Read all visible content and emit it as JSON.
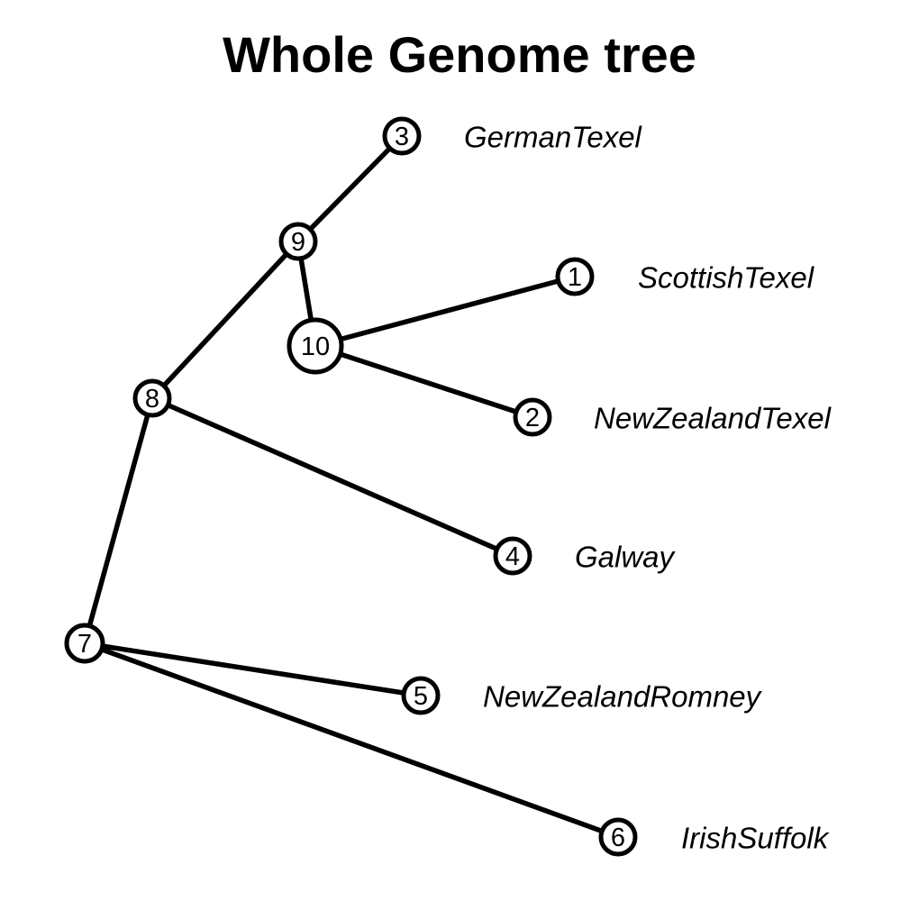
{
  "title": "Whole Genome tree",
  "colors": {
    "ink": "#000000",
    "background": "#ffffff"
  },
  "nodes": [
    {
      "id": "1",
      "label": "1",
      "tip": "ScottishTexel"
    },
    {
      "id": "2",
      "label": "2",
      "tip": "NewZealandTexel"
    },
    {
      "id": "3",
      "label": "3",
      "tip": "GermanTexel"
    },
    {
      "id": "4",
      "label": "4",
      "tip": "Galway"
    },
    {
      "id": "5",
      "label": "5",
      "tip": "NewZealandRomney"
    },
    {
      "id": "6",
      "label": "6",
      "tip": "IrishSuffolk"
    },
    {
      "id": "7",
      "label": "7"
    },
    {
      "id": "8",
      "label": "8"
    },
    {
      "id": "9",
      "label": "9"
    },
    {
      "id": "10",
      "label": "10"
    }
  ],
  "edges": [
    [
      "7",
      "8"
    ],
    [
      "7",
      "5"
    ],
    [
      "7",
      "6"
    ],
    [
      "8",
      "9"
    ],
    [
      "8",
      "4"
    ],
    [
      "9",
      "3"
    ],
    [
      "9",
      "10"
    ],
    [
      "10",
      "1"
    ],
    [
      "10",
      "2"
    ]
  ]
}
